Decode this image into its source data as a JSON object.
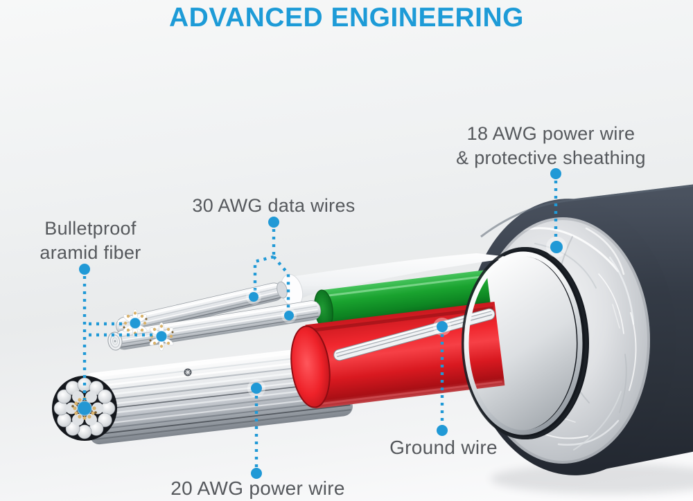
{
  "title": "ADVANCED ENGINEERING",
  "palette": {
    "accent_blue": "#2099d6",
    "title_blue": "#1d9bd7",
    "label_text": "#55585c",
    "wire_red": "#ee2229",
    "wire_green": "#17a12d",
    "jacket_dark": "#343b46",
    "sheathing_silver": "#dcdee1",
    "background_gray": "#eef0f1"
  },
  "callouts": {
    "power18": {
      "line1": "18 AWG power wire",
      "line2": "& protective sheathing"
    },
    "data30": {
      "line1": "30 AWG data wires"
    },
    "aramid": {
      "line1": "Bulletproof",
      "line2": "aramid fiber"
    },
    "ground": {
      "line1": "Ground wire"
    },
    "power20": {
      "line1": "20 AWG power wire"
    }
  },
  "figure_parts": [
    "outer-jacket",
    "protective-sheathing",
    "braided-shield-rim",
    "inner-tube",
    "green-power-wire",
    "red-power-wire",
    "ground-wire",
    "data-wire-upper",
    "data-wire-lower",
    "power-wire-20awg",
    "aramid-fiber-core"
  ]
}
